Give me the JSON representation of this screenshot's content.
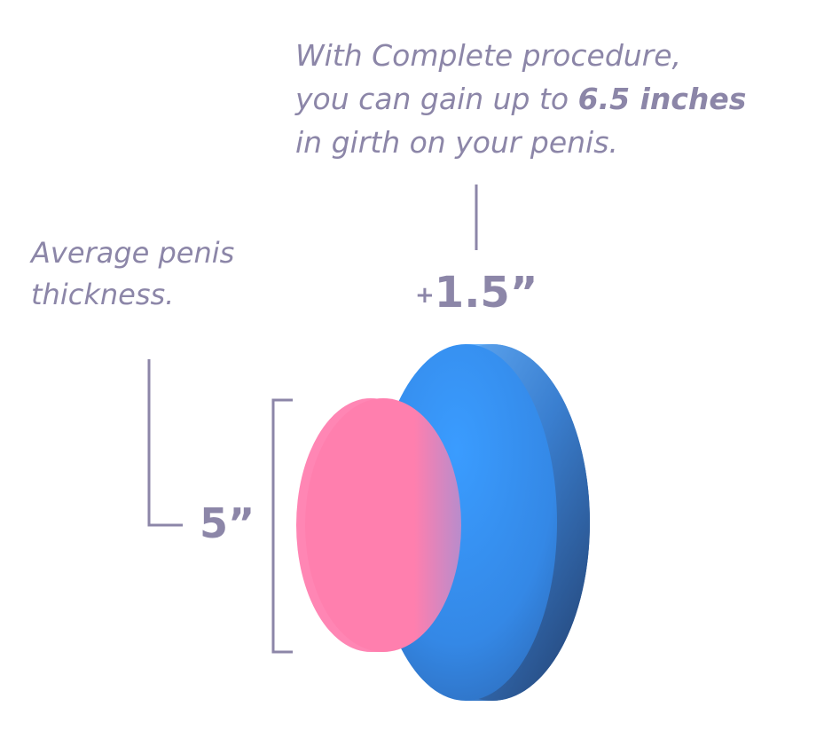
{
  "annotations": {
    "top_line1": "With Complete procedure,",
    "top_line2_prefix": "you can gain up to ",
    "top_line2_bold": "6.5 inches",
    "top_line3": "in girth on your penis.",
    "left_line1": "Average penis",
    "left_line2": "thickness."
  },
  "measurements": {
    "gain_sign": "+",
    "gain_value": "1.5”",
    "base_value": "5”"
  },
  "colors": {
    "text": "#8c86a8",
    "blue": "#3a9aff",
    "blue_dark": "#2a4f86",
    "pink": "#ff7fae"
  }
}
